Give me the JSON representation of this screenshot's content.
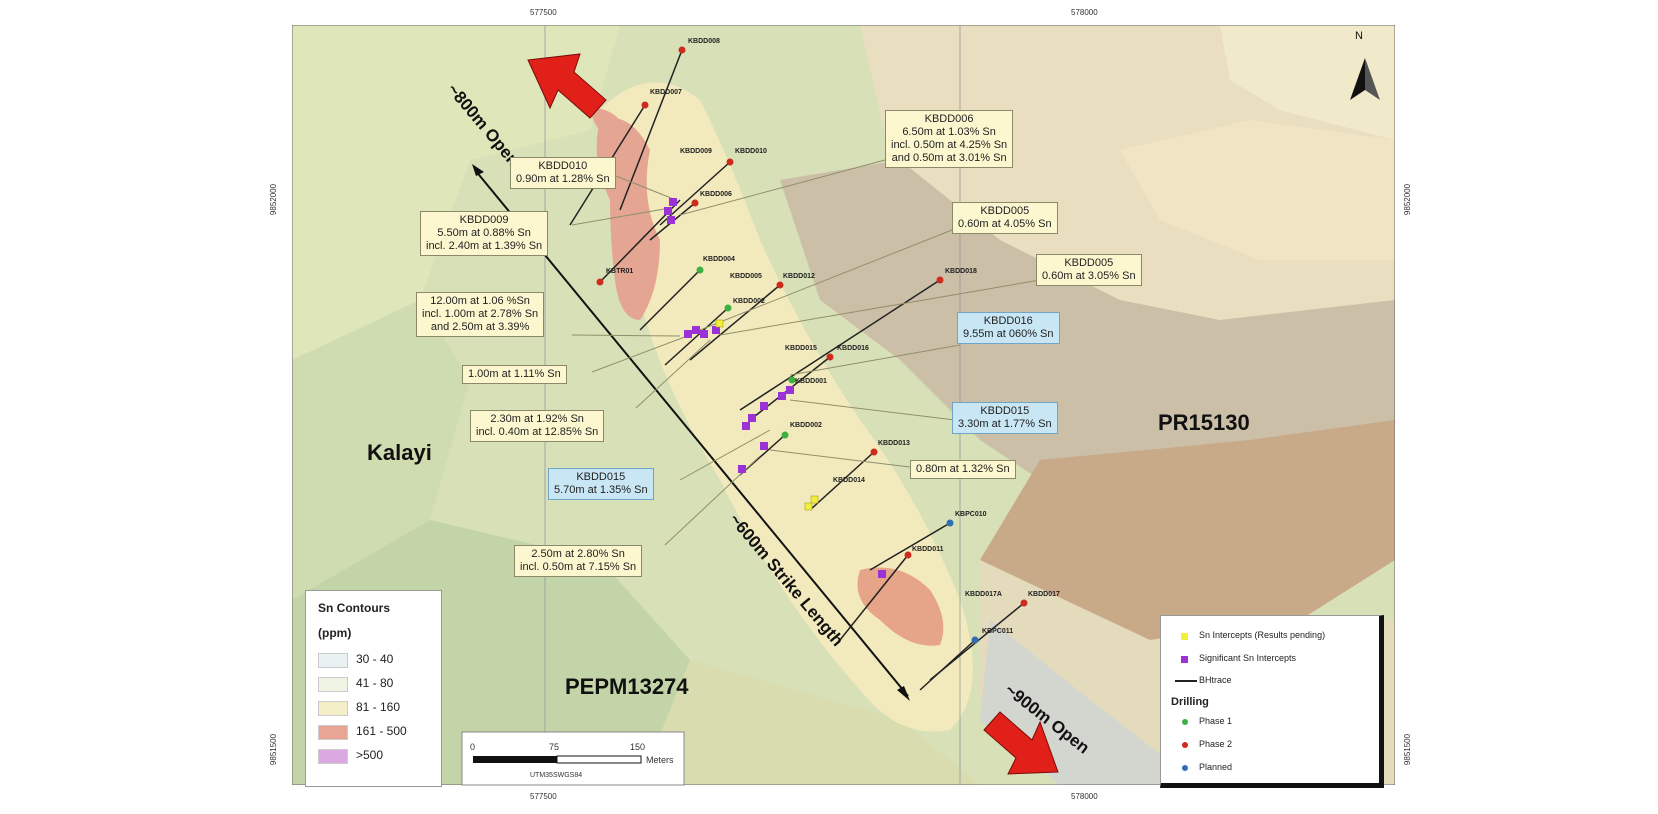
{
  "grid": {
    "top_labels": [
      "577500",
      "578000"
    ],
    "bottom_labels": [
      "577500",
      "578000"
    ],
    "left_labels": [
      "9852000",
      "9851500"
    ],
    "right_labels": [
      "9852000",
      "9851500"
    ]
  },
  "north_arrow": {
    "label": "N"
  },
  "regions": {
    "kalayi": "Kalayi",
    "pepm": "PEPM13274",
    "pr": "PR15130"
  },
  "annotations": {
    "open_nw": "~800m Open",
    "open_se": "~900m Open",
    "strike": "~600m Strike Length"
  },
  "holes": [
    "KBDD008",
    "KBDD007",
    "KBDD009",
    "KBDD010",
    "KBDD006",
    "KBTR01",
    "KBDD004",
    "KBDD005",
    "KBDD012",
    "KBDD002",
    "KBDD018",
    "KBDD015",
    "KBDD016",
    "KBDD001",
    "KBDD002",
    "KBDD013",
    "KBDD014",
    "KBPC010",
    "KBDD011",
    "KBDD017A",
    "KBDD017",
    "KBPC011"
  ],
  "callouts": [
    {
      "lines": [
        "KBDD006",
        "6.50m at 1.03% Sn",
        "incl. 0.50m at 4.25% Sn",
        "and 0.50m at 3.01% Sn"
      ]
    },
    {
      "lines": [
        "KBDD010",
        "0.90m at 1.28% Sn"
      ]
    },
    {
      "lines": [
        "KBDD009",
        "5.50m at 0.88% Sn",
        "incl. 2.40m at 1.39% Sn"
      ]
    },
    {
      "lines": [
        "KBDD005",
        "0.60m at 4.05% Sn"
      ]
    },
    {
      "lines": [
        "KBDD005",
        "0.60m at 3.05% Sn"
      ]
    },
    {
      "lines": [
        "12.00m at 1.06 %Sn",
        "incl. 1.00m at 2.78% Sn",
        "and 2.50m at 3.39%"
      ]
    },
    {
      "lines": [
        "KBDD016",
        "9.55m at 060% Sn"
      ]
    },
    {
      "lines": [
        "1.00m at 1.11% Sn"
      ]
    },
    {
      "lines": [
        "KBDD015",
        "3.30m at 1.77% Sn"
      ]
    },
    {
      "lines": [
        "2.30m at 1.92% Sn",
        "incl. 0.40m at 12.85% Sn"
      ]
    },
    {
      "lines": [
        "0.80m at 1.32% Sn"
      ]
    },
    {
      "lines": [
        "KBDD015",
        "5.70m at 1.35% Sn"
      ]
    },
    {
      "lines": [
        "2.50m at 2.80% Sn",
        "incl. 0.50m at 7.15% Sn"
      ]
    }
  ],
  "contour_legend": {
    "title1": "Sn Contours",
    "title2": "(ppm)",
    "items": [
      {
        "label": "30 - 40",
        "color": "#e9f1f3"
      },
      {
        "label": "41 - 80",
        "color": "#eef3e3"
      },
      {
        "label": "81 - 160",
        "color": "#f4efc6"
      },
      {
        "label": "161 - 500",
        "color": "#e8a595"
      },
      {
        "label": ">500",
        "color": "#dca8e2"
      }
    ]
  },
  "scale_bar": {
    "ticks": [
      "0",
      "75",
      "150"
    ],
    "unit": "Meters",
    "projection": "UTM35SWGS84"
  },
  "symbol_legend": {
    "items": [
      {
        "label": "Sn Intercepts (Results pending)",
        "color": "#f2ef3a"
      },
      {
        "label": "Significant Sn Intercepts",
        "color": "#9b32d6"
      },
      {
        "label": "BHtrace",
        "color": "#222222"
      }
    ],
    "drilling_title": "Drilling",
    "drilling": [
      {
        "label": "Phase 1",
        "color": "#3cb043"
      },
      {
        "label": "Phase 2",
        "color": "#cc2b1d"
      },
      {
        "label": "Planned",
        "color": "#2f6eb4"
      }
    ]
  }
}
